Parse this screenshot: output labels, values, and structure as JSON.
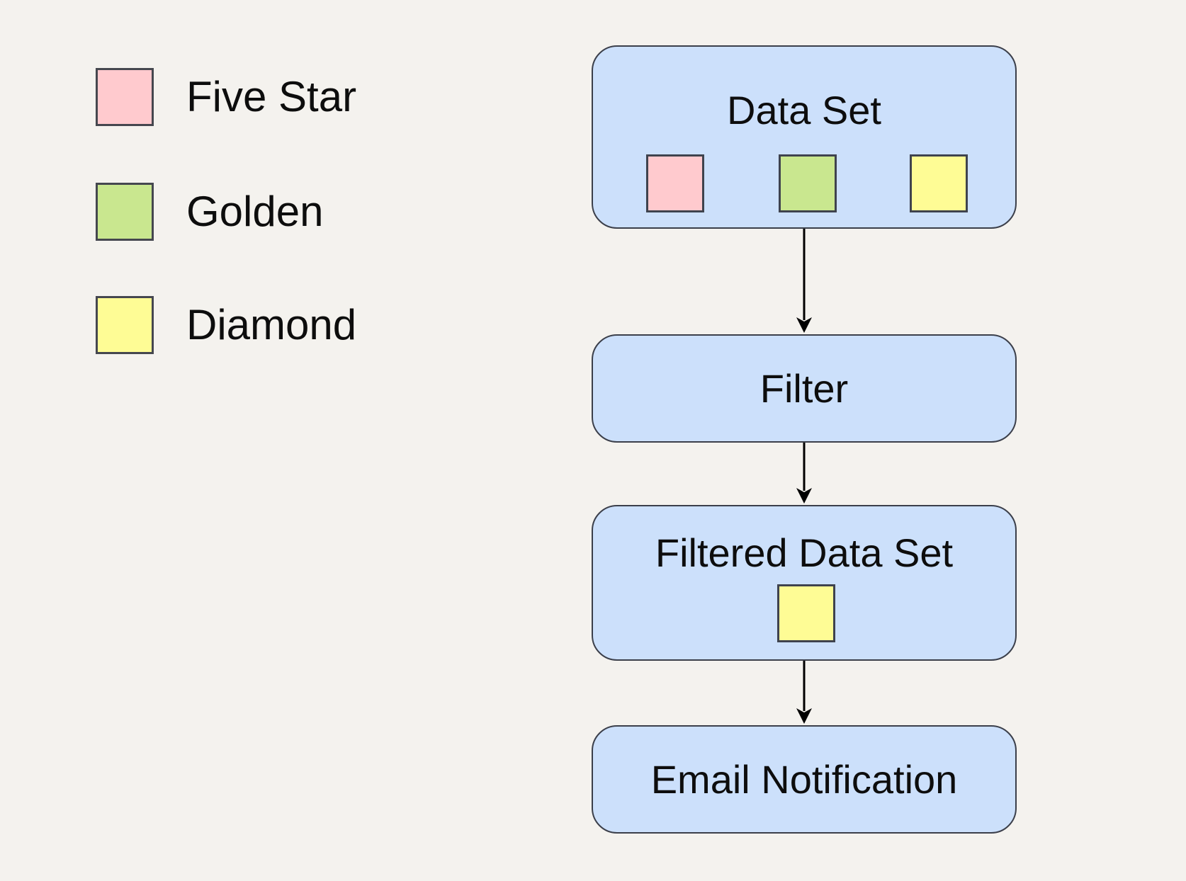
{
  "colors": {
    "background": "#F4F2EE",
    "node_fill": "#CCE0FB",
    "node_border": "#3B3F4A",
    "five_star": "#FFCACE",
    "golden": "#C9E78F",
    "diamond": "#FEFC95",
    "text": "#0D0D0D",
    "arrow": "#000000"
  },
  "legend": {
    "items": [
      {
        "key": "five_star",
        "label": "Five Star",
        "color": "#FFCACE"
      },
      {
        "key": "golden",
        "label": "Golden",
        "color": "#C9E78F"
      },
      {
        "key": "diamond",
        "label": "Diamond",
        "color": "#FEFC95"
      }
    ]
  },
  "flowchart": {
    "nodes": [
      {
        "id": "data-set",
        "label": "Data Set",
        "swatches": [
          "five_star",
          "golden",
          "diamond"
        ]
      },
      {
        "id": "filter",
        "label": "Filter",
        "swatches": []
      },
      {
        "id": "filtered-data-set",
        "label": "Filtered Data Set",
        "swatches": [
          "diamond"
        ]
      },
      {
        "id": "email-notification",
        "label": "Email Notification",
        "swatches": []
      }
    ],
    "edges": [
      {
        "from": "data-set",
        "to": "filter"
      },
      {
        "from": "filter",
        "to": "filtered-data-set"
      },
      {
        "from": "filtered-data-set",
        "to": "email-notification"
      }
    ]
  }
}
